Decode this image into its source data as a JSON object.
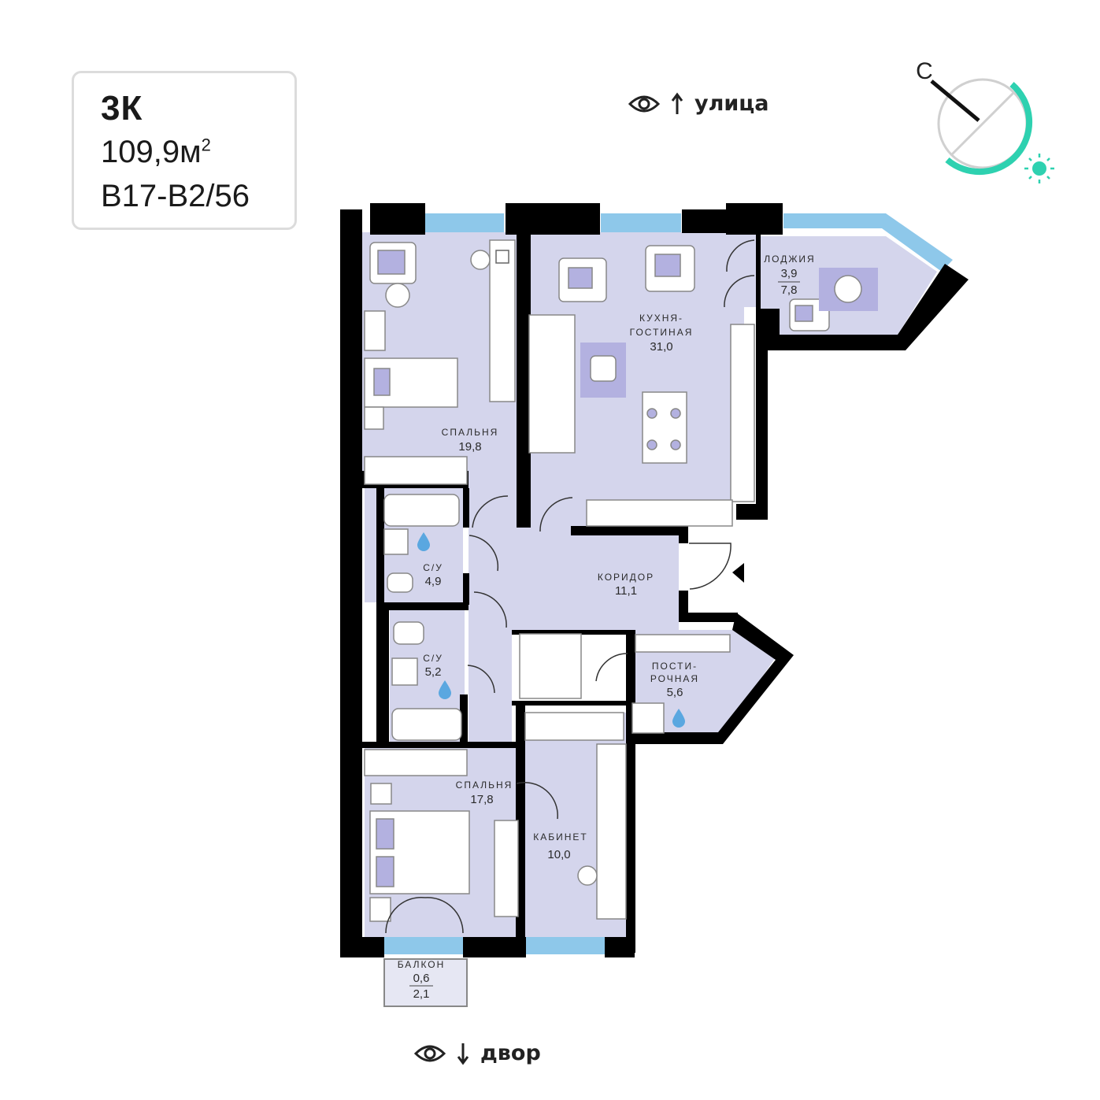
{
  "info": {
    "rooms_code": "3К",
    "area_value": "109,9м",
    "area_sup": "2",
    "apartment_code": "В17-В2/56"
  },
  "view_top": {
    "label": "улица",
    "eye_icon": "eye-icon",
    "arrow_icon": "arrow-up-icon"
  },
  "view_bottom": {
    "label": "двор",
    "eye_icon": "eye-icon",
    "arrow_icon": "arrow-down-icon"
  },
  "compass": {
    "north_label": "С",
    "accent": "#2ed1b0",
    "sun_icon": "sun-icon"
  },
  "colors": {
    "wall": "#000000",
    "floor": "#d4d5ec",
    "window": "#8ec8ea",
    "furniture": "#ffffff",
    "accent": "#b3b1e0",
    "water": "#5aa7e0"
  },
  "rooms": {
    "bedroom1": {
      "name": "СПАЛЬНЯ",
      "area": "19,8"
    },
    "kitchen": {
      "name1": "КУХНЯ-",
      "name2": "ГОСТИНАЯ",
      "area": "31,0"
    },
    "loggia": {
      "name": "ЛОДЖИЯ",
      "area": "3,9",
      "area2": "7,8"
    },
    "bath1": {
      "name": "С/У",
      "area": "4,9"
    },
    "corridor": {
      "name": "КОРИДОР",
      "area": "11,1"
    },
    "bath2": {
      "name": "С/У",
      "area": "5,2"
    },
    "laundry": {
      "name1": "ПОСТИ-",
      "name2": "РОЧНАЯ",
      "area": "5,6"
    },
    "bedroom2": {
      "name": "СПАЛЬНЯ",
      "area": "17,8"
    },
    "office": {
      "name": "КАБИНЕТ",
      "area": "10,0"
    },
    "balcony": {
      "name": "БАЛКОН",
      "area": "0,6",
      "area2": "2,1"
    }
  }
}
